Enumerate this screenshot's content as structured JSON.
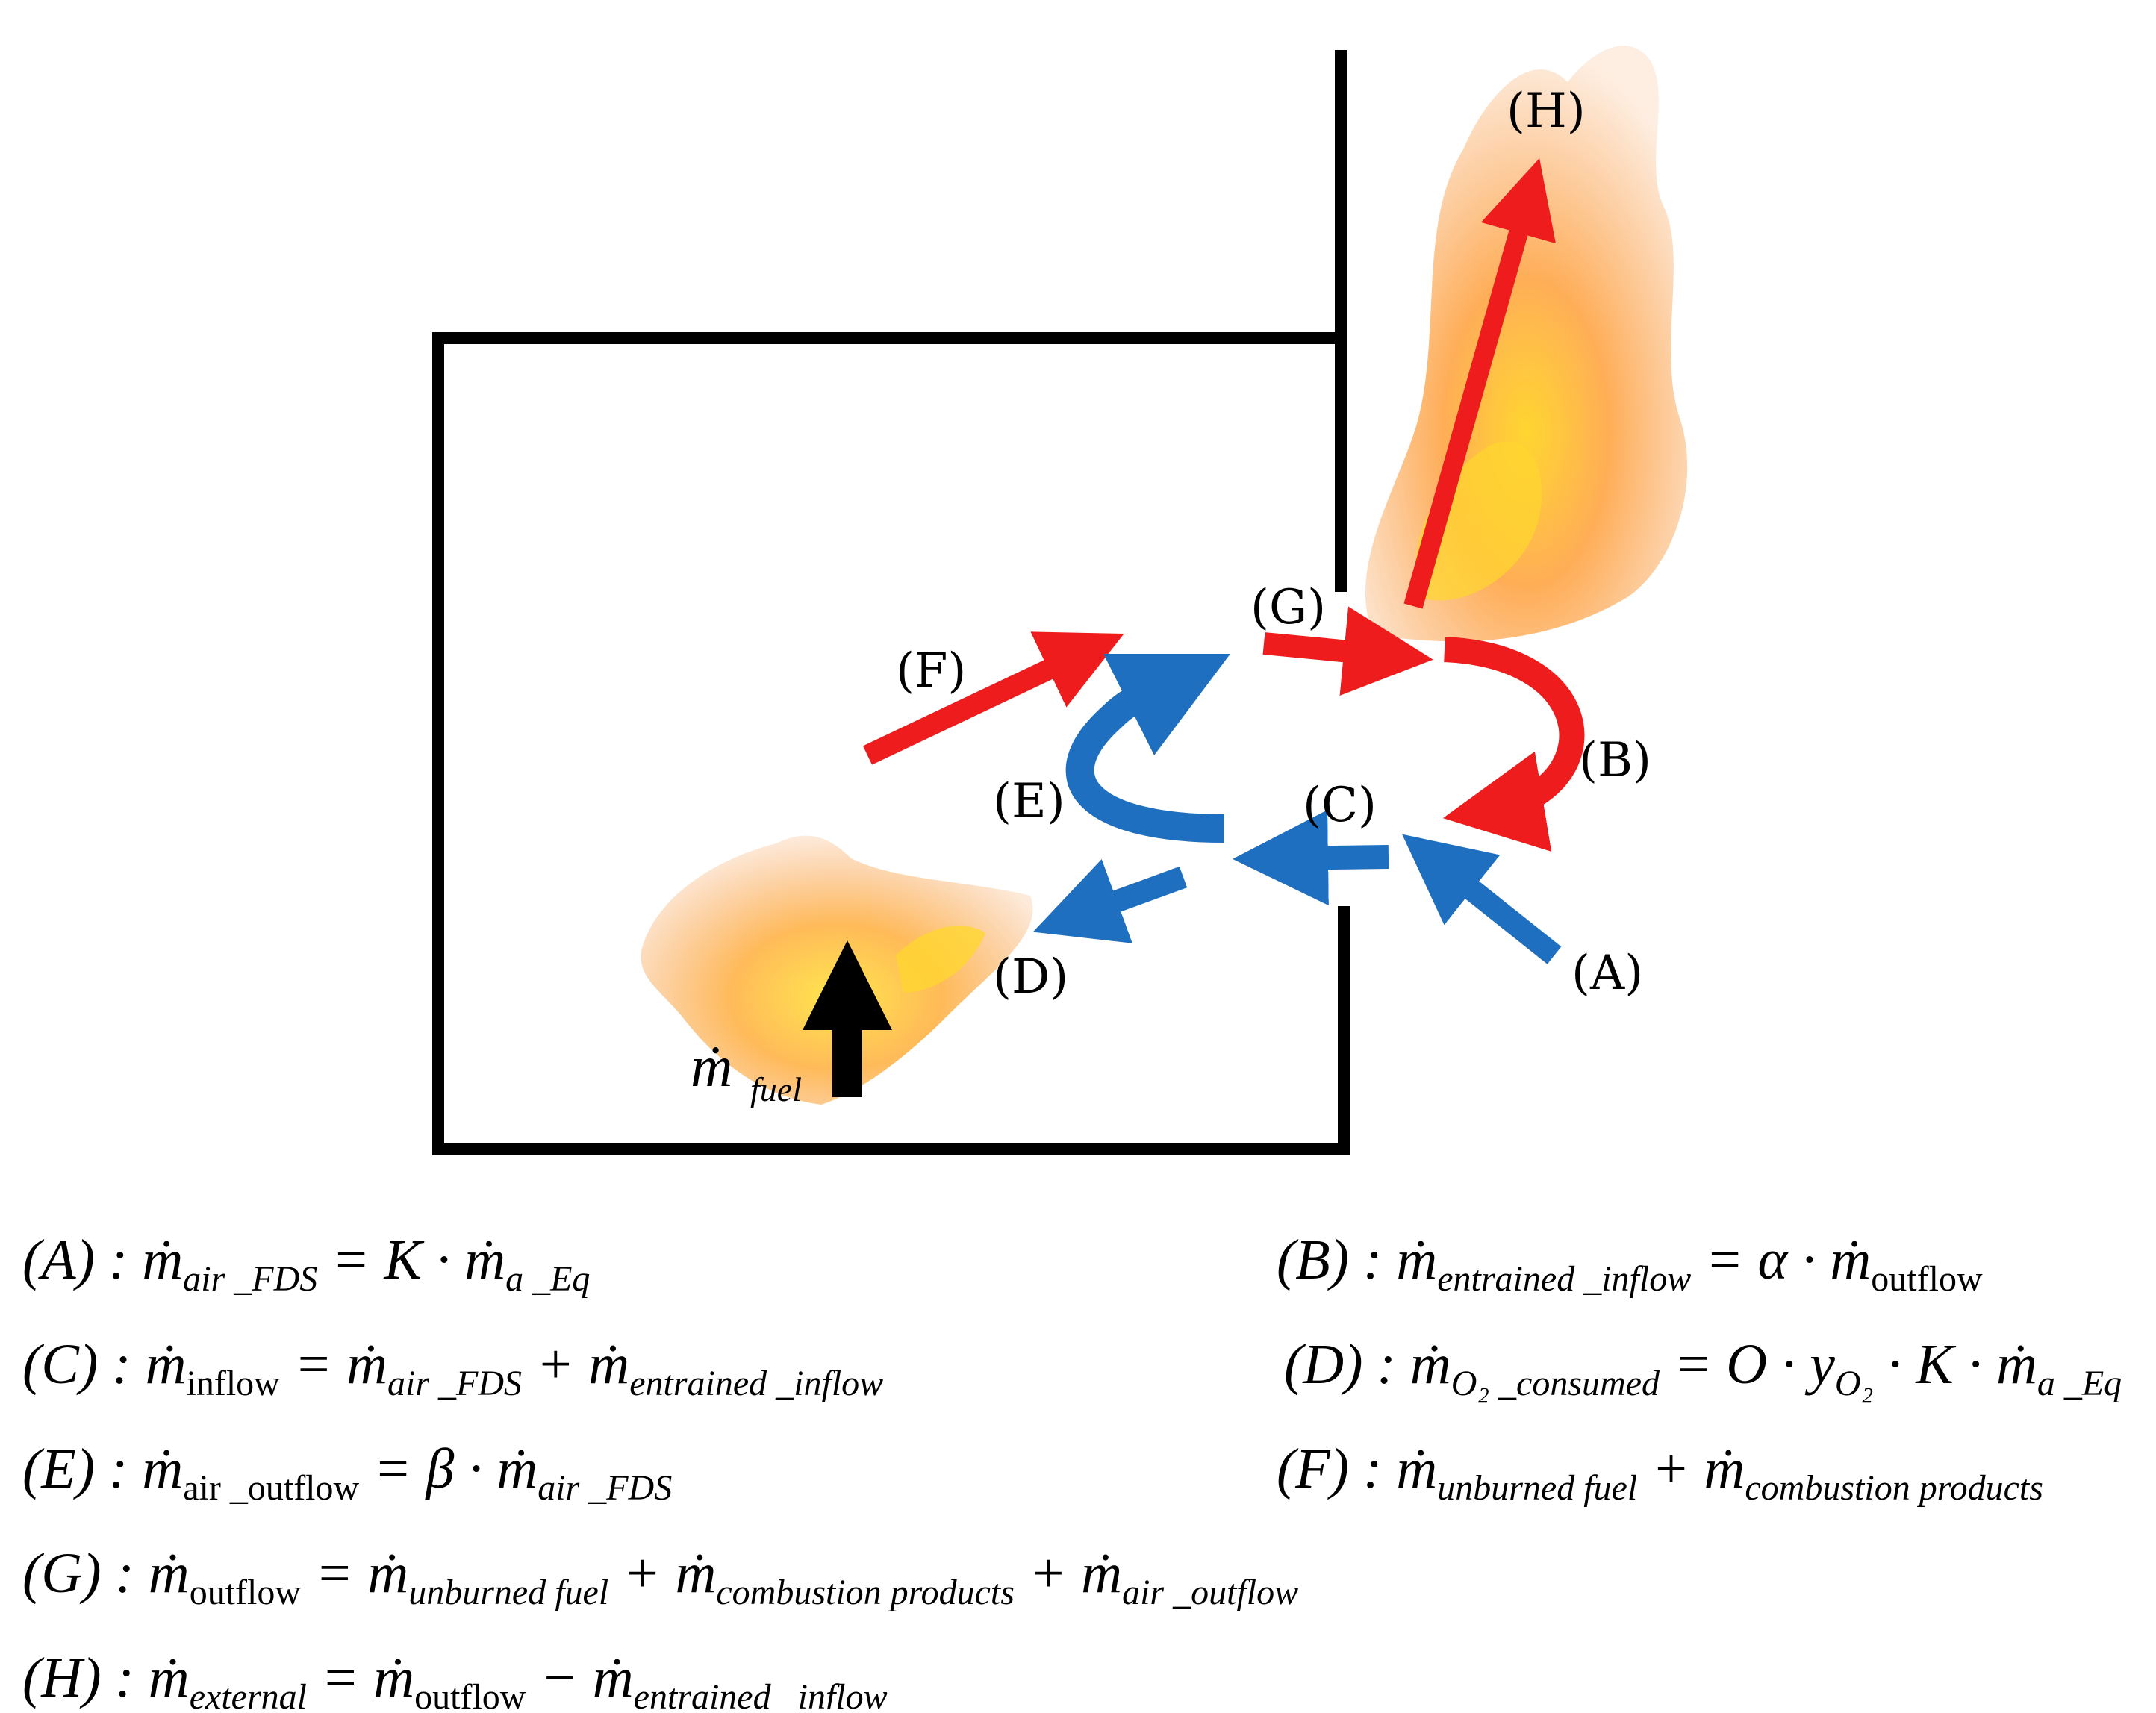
{
  "labels": {
    "A": "(A)",
    "B": "(B)",
    "C": "(C)",
    "D": "(D)",
    "E": "(E)",
    "F": "(F)",
    "G": "(G)",
    "H": "(H)",
    "mdot_fuel": "ṁ",
    "mdot_fuel_sub": "fuel"
  },
  "colors": {
    "wall": "#000000",
    "hot_flow": "#ee1c1c",
    "cold_flow": "#1f6fc0",
    "flame_outer": "#f7a25a",
    "flame_inner": "#ffd21a",
    "fuel_arrow": "#000000"
  },
  "equations": [
    {
      "id": "A",
      "lhs": "(A) : ṁ",
      "lhs_sub": "air _FDS",
      "rhs": "= K · ṁ",
      "rhs_sub": "a _Eq"
    },
    {
      "id": "B",
      "lhs": "(B) : ṁ",
      "lhs_sub": "entrained _inflow",
      "rhs": "= α · ṁ",
      "rhs_sub": "outflow"
    },
    {
      "id": "C",
      "lhs": "(C) : ṁ",
      "lhs_sub": "inflow",
      "rhs": "= ṁ",
      "rhs_sub": "air _FDS",
      "rhs2": "+ ṁ",
      "rhs2_sub": "entrained _inflow"
    },
    {
      "id": "D",
      "lhs": "(D) : ṁ",
      "lhs_sub": "O₂ _consumed",
      "rhs": "= O · y",
      "rhs_sub": "O₂",
      "rhs2": "· K · ṁ",
      "rhs2_sub": "a _Eq"
    },
    {
      "id": "E",
      "lhs": "(E) : ṁ",
      "lhs_sub": "air _outflow",
      "rhs": "= β · ṁ",
      "rhs_sub": "air _FDS"
    },
    {
      "id": "F",
      "lhs": "(F) : ṁ",
      "lhs_sub": "unburned fuel",
      "rhs": "+ ṁ",
      "rhs_sub": "combustion products"
    },
    {
      "id": "G",
      "lhs": "(G) : ṁ",
      "lhs_sub": "outflow",
      "rhs": "= ṁ",
      "rhs_sub": "unburned fuel",
      "rhs2": "+ ṁ",
      "rhs2_sub": "combustion products",
      "rhs3": "+ ṁ",
      "rhs3_sub": "air _outflow"
    },
    {
      "id": "H",
      "lhs": "(H) : ṁ",
      "lhs_sub": "external",
      "rhs": "= ṁ",
      "rhs_sub": "outflow",
      "rhs2": "− ṁ",
      "rhs2_sub": "entrained _inflow"
    }
  ]
}
